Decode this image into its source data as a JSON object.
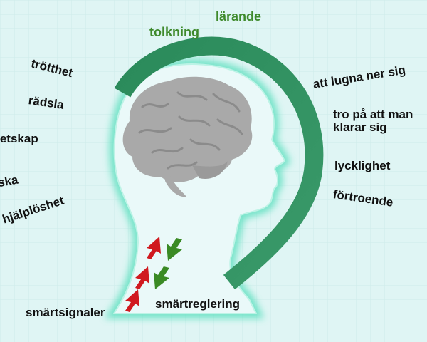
{
  "diagram": {
    "top_labels": {
      "left": "tolkning",
      "right": "lärande"
    },
    "negative_labels": [
      "trötthet",
      "rädsla",
      "ovetskap",
      "ilska",
      "hjälplöshet"
    ],
    "positive_labels": [
      "att lugna ner sig",
      "tro på att man klarar sig",
      "lycklighet",
      "förtroende"
    ],
    "bottom_labels": {
      "signals": "smärtsignaler",
      "regulation": "smärtreglering"
    },
    "colors": {
      "background": "#dff5f4",
      "grid": "#cdebea",
      "arc": "#2e8f5e",
      "head_fill": "#eaf9f9",
      "head_glow": "#5ee0c0",
      "brain": "#a9a9a9",
      "label_green": "#3f8a2c",
      "arrow_up": "#d0191f",
      "arrow_down": "#3a8a24"
    },
    "icons": [
      "brain-icon",
      "arrow-up-icon",
      "arrow-down-icon"
    ]
  }
}
